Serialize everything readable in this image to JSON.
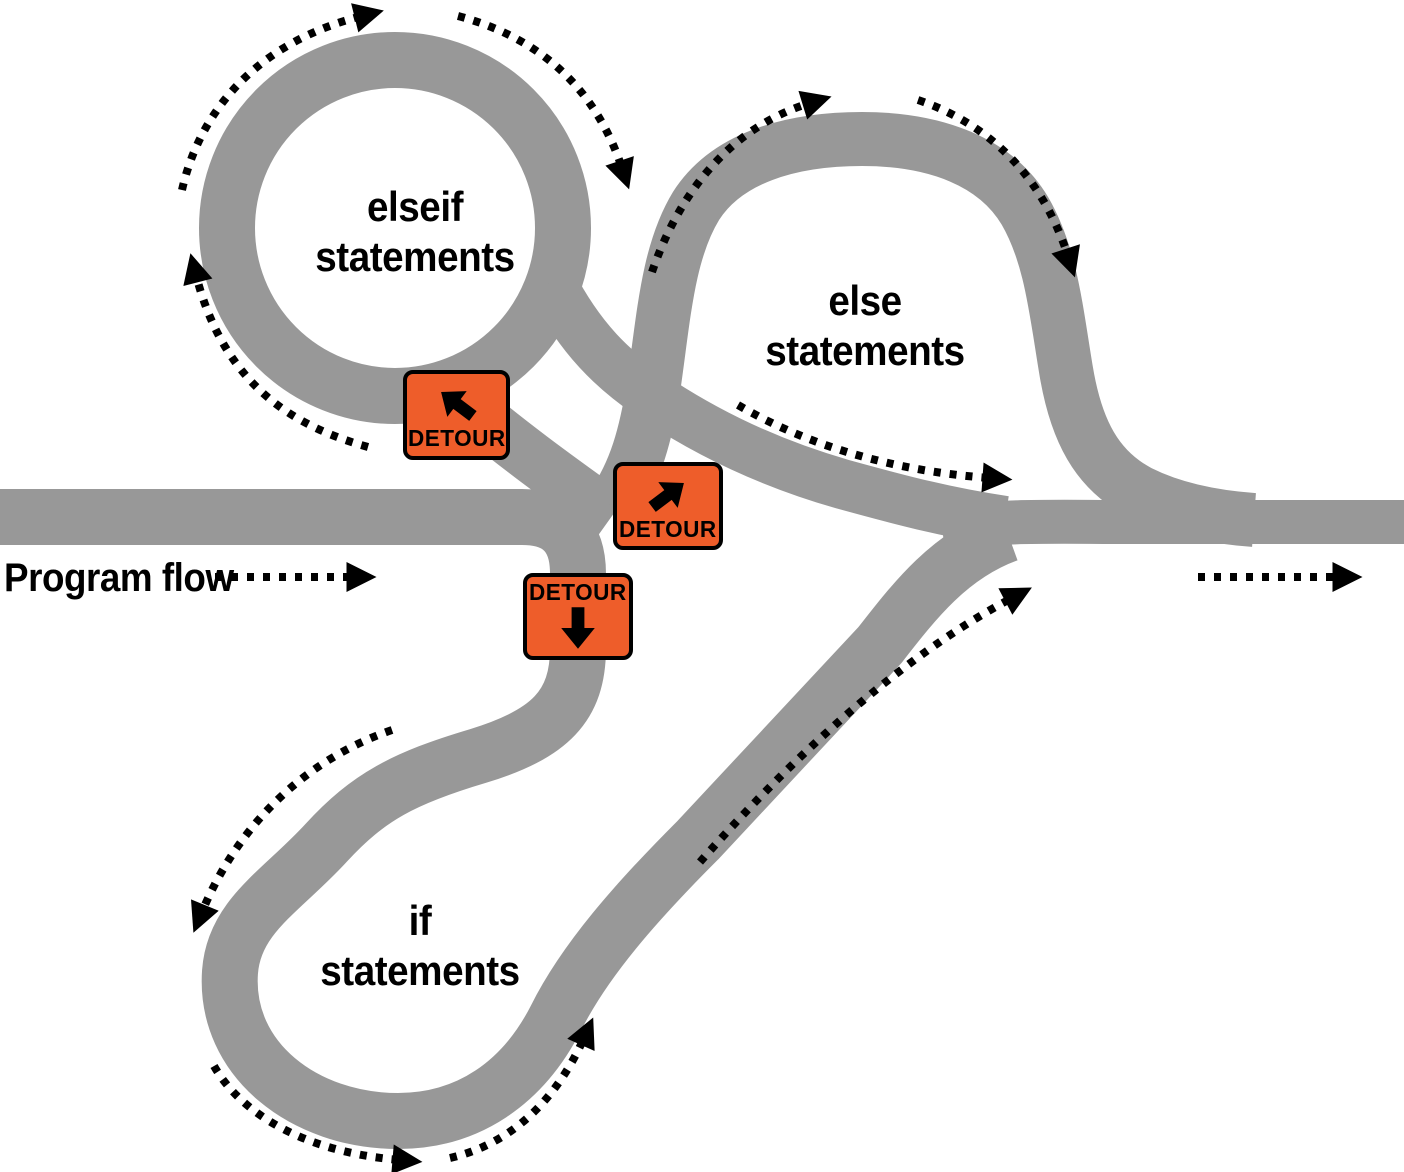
{
  "colors": {
    "road": "#989898",
    "sign": "#ee5d2a",
    "ink": "#000000"
  },
  "labels": {
    "program_flow": "Program flow",
    "elseif_line1": "elseif",
    "elseif_line2": "statements",
    "else_line1": "else",
    "else_line2": "statements",
    "if_line1": "if",
    "if_line2": "statements"
  },
  "signs": [
    {
      "label": "DETOUR",
      "arrow": "up-left-arrow-icon"
    },
    {
      "label": "DETOUR",
      "arrow": "up-right-arrow-icon"
    },
    {
      "label": "DETOUR",
      "arrow": "down-arrow-icon"
    }
  ]
}
